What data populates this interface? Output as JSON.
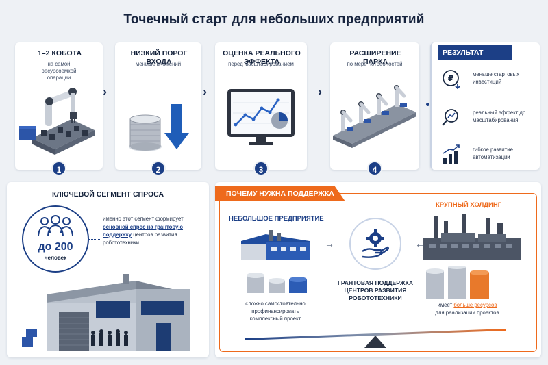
{
  "title": "Точечный старт для небольших предприятий",
  "steps": [
    {
      "title": "1–2 КОБОТА",
      "sub": "на самой ресурсоемкой операции",
      "num": "1"
    },
    {
      "title": "НИЗКИЙ ПОРОГ ВХОДА",
      "sub": "меньше вложений",
      "num": "2"
    },
    {
      "title": "ОЦЕНКА РЕАЛЬНОГО ЭФФЕКТА",
      "sub": "перед масштабированием",
      "num": "3"
    },
    {
      "title": "РАСШИРЕНИЕ ПАРКА",
      "sub": "по мере потребностей",
      "num": "4"
    }
  ],
  "result": {
    "title": "РЕЗУЛЬТАТ",
    "items": [
      {
        "text": "меньше стартовых инвестиций",
        "icon": "ruble-down-icon"
      },
      {
        "text": "реальный эффект до масштабирования",
        "icon": "magnifier-chart-icon"
      },
      {
        "text": "гибкое развитие автоматизации",
        "icon": "growth-bars-icon"
      }
    ]
  },
  "segment": {
    "title": "КЛЮЧЕВОЙ СЕГМЕНТ СПРОСА",
    "count": "до 200",
    "unit": "человек",
    "text_1": "именно этот сегмент формирует",
    "text_hl": "основной спрос на грантовую поддержку",
    "text_2": "центров развития робототехники"
  },
  "why": {
    "title": "ПОЧЕМУ НУЖНА ПОДДЕРЖКА",
    "small_label": "НЕБОЛЬШОЕ ПРЕДПРИЯТИЕ",
    "big_label": "КРУПНЫЙ ХОЛДИНГ",
    "center_caption": "ГРАНТОВАЯ ПОДДЕРЖКА ЦЕНТРОВ РАЗВИТИЯ РОБОТОТЕХНИКИ",
    "small_caption": "сложно самостоятельно профинансировать комплексный проект",
    "big_caption_1": "имеет",
    "big_caption_hl": "больше ресурсов",
    "big_caption_2": "для реализации проектов"
  },
  "colors": {
    "navy": "#1c3f86",
    "orange": "#ee6a1c"
  }
}
